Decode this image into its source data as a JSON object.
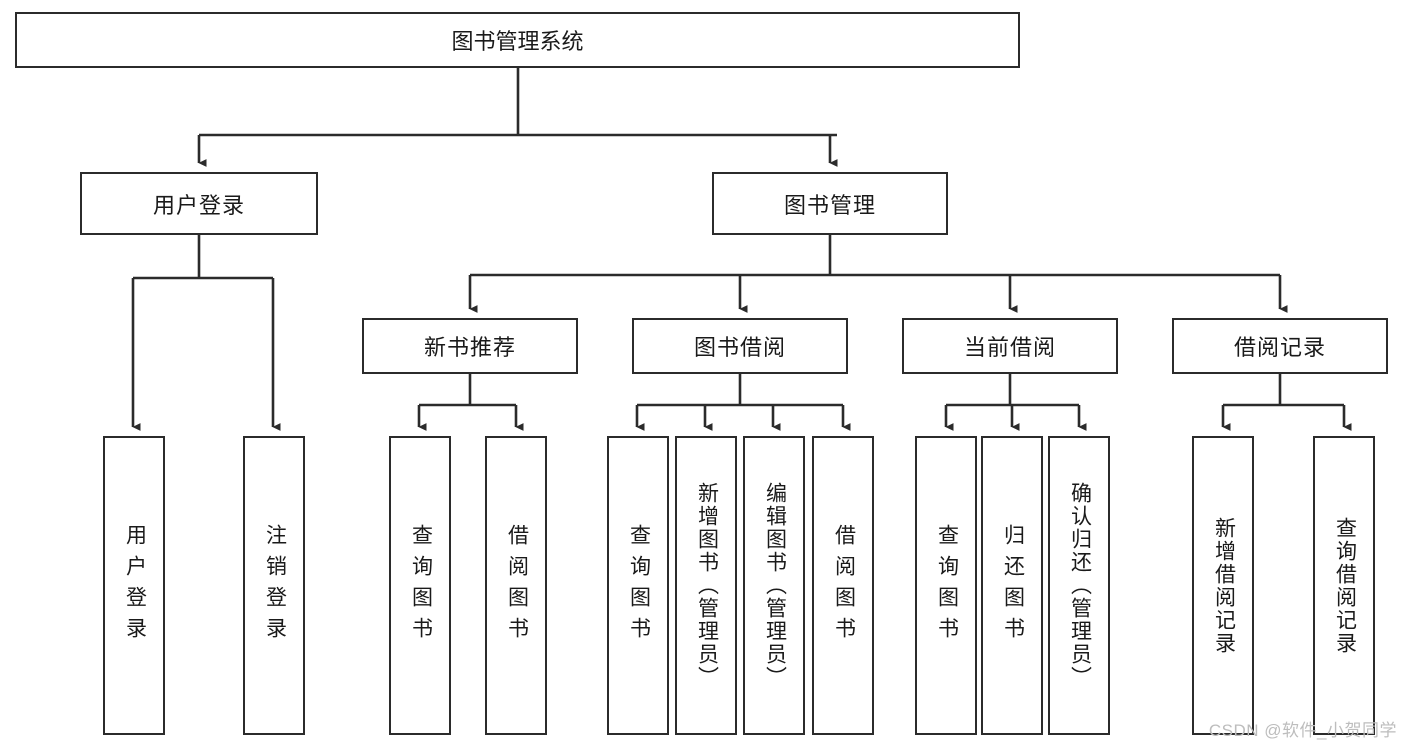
{
  "diagram": {
    "type": "tree-flowchart",
    "title": "图书管理系统",
    "watermark": "CSDN @软件_小贺同学",
    "colors": {
      "box_border": "#2b2b2b",
      "box_fill": "#ffffff",
      "connector": "#2b2b2b",
      "text": "#1a1a1a",
      "watermark": "#bdbdbd"
    },
    "root": {
      "label": "图书管理系统"
    },
    "level2": [
      {
        "label": "用户登录"
      },
      {
        "label": "图书管理"
      }
    ],
    "level3": [
      {
        "label": "新书推荐"
      },
      {
        "label": "图书借阅"
      },
      {
        "label": "当前借阅"
      },
      {
        "label": "借阅记录"
      }
    ],
    "leaves": {
      "user_login": [
        {
          "label": "用户登录"
        },
        {
          "label": "注销登录"
        }
      ],
      "new_book": [
        {
          "label": "查询图书"
        },
        {
          "label": "借阅图书"
        }
      ],
      "book_borrow": [
        {
          "label": "查询图书"
        },
        {
          "label": "新增图书（管理员）"
        },
        {
          "label": "编辑图书（管理员）"
        },
        {
          "label": "借阅图书"
        }
      ],
      "current_borrow": [
        {
          "label": "查询图书"
        },
        {
          "label": "归还图书"
        },
        {
          "label": "确认归还（管理员）"
        }
      ],
      "borrow_record": [
        {
          "label": "新增借阅记录"
        },
        {
          "label": "查询借阅记录"
        }
      ]
    }
  }
}
